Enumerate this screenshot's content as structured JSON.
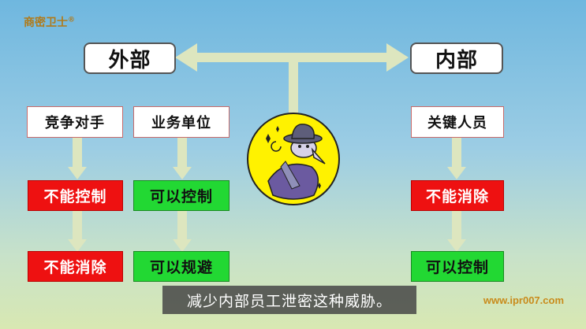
{
  "brand": {
    "name": "商密卫士",
    "mark": "®",
    "site": "www.ipr007.com"
  },
  "external": {
    "title": "外部",
    "categories": [
      {
        "label": "竞争对手",
        "first": "不能控制",
        "second": "不能消除"
      },
      {
        "label": "业务单位",
        "first": "可以控制",
        "second": "可以规避"
      }
    ]
  },
  "internal": {
    "title": "内部",
    "categories": [
      {
        "label": "关键人员",
        "first": "不能消除",
        "second": "可以控制"
      }
    ]
  },
  "colors": {
    "negative": "#ee1111",
    "positive": "#22d833",
    "arrow": "#dde6bf"
  },
  "center_icon": "spy-icon",
  "subtitle": "减少内部员工泄密这种威胁。"
}
